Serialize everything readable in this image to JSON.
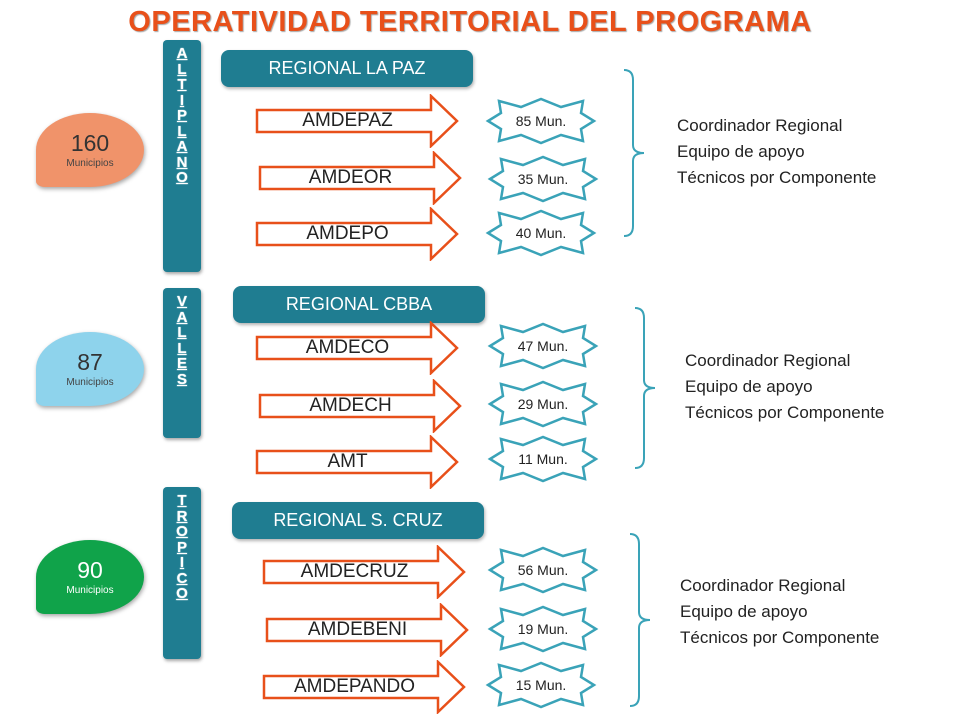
{
  "title": "OPERATIVIDAD TERRITORIAL DEL PROGRAMA",
  "colors": {
    "title": "#e8501a",
    "bar": "#1f7d91",
    "arrow_border": "#e8501a",
    "star_border": "#3aa3b8",
    "brace": "#3aa3b8",
    "drop_altiplano": "#f0936a",
    "drop_valles": "#8ed3ec",
    "drop_tropico": "#10a34a"
  },
  "sections": [
    {
      "zone_label": "ALTIPLANO",
      "zone_letters": [
        "A",
        "L",
        "T",
        "I",
        "P",
        "L",
        "A",
        "N",
        "O"
      ],
      "count": "160",
      "count_label": "Municipios",
      "regional": "REGIONAL LA PAZ",
      "associations": [
        {
          "name": "AMDEPAZ",
          "municipalities": "85 Mun."
        },
        {
          "name": "AMDEOR",
          "municipalities": "35 Mun."
        },
        {
          "name": "AMDEPO",
          "municipalities": "40 Mun."
        }
      ],
      "staff": [
        "Coordinador Regional",
        "Equipo de apoyo",
        "Técnicos por Componente"
      ]
    },
    {
      "zone_label": "VALLES",
      "zone_letters": [
        "V",
        "A",
        "L",
        "L",
        "E",
        "S"
      ],
      "count": "87",
      "count_label": "Municipios",
      "regional": "REGIONAL CBBA",
      "associations": [
        {
          "name": "AMDECO",
          "municipalities": "47 Mun."
        },
        {
          "name": "AMDECH",
          "municipalities": "29 Mun."
        },
        {
          "name": "AMT",
          "municipalities": "11 Mun."
        }
      ],
      "staff": [
        "Coordinador Regional",
        "Equipo de apoyo",
        "Técnicos por Componente"
      ]
    },
    {
      "zone_label": "TROPICO",
      "zone_letters": [
        "T",
        "R",
        "O",
        "P",
        "I",
        "C",
        "O"
      ],
      "count": "90",
      "count_label": "Municipios",
      "regional": "REGIONAL S. CRUZ",
      "associations": [
        {
          "name": "AMDECRUZ",
          "municipalities": "56 Mun."
        },
        {
          "name": "AMDEBENI",
          "municipalities": "19 Mun."
        },
        {
          "name": "AMDEPANDO",
          "municipalities": "15 Mun."
        }
      ],
      "staff": [
        "Coordinador Regional",
        "Equipo de apoyo",
        "Técnicos por Componente"
      ]
    }
  ]
}
